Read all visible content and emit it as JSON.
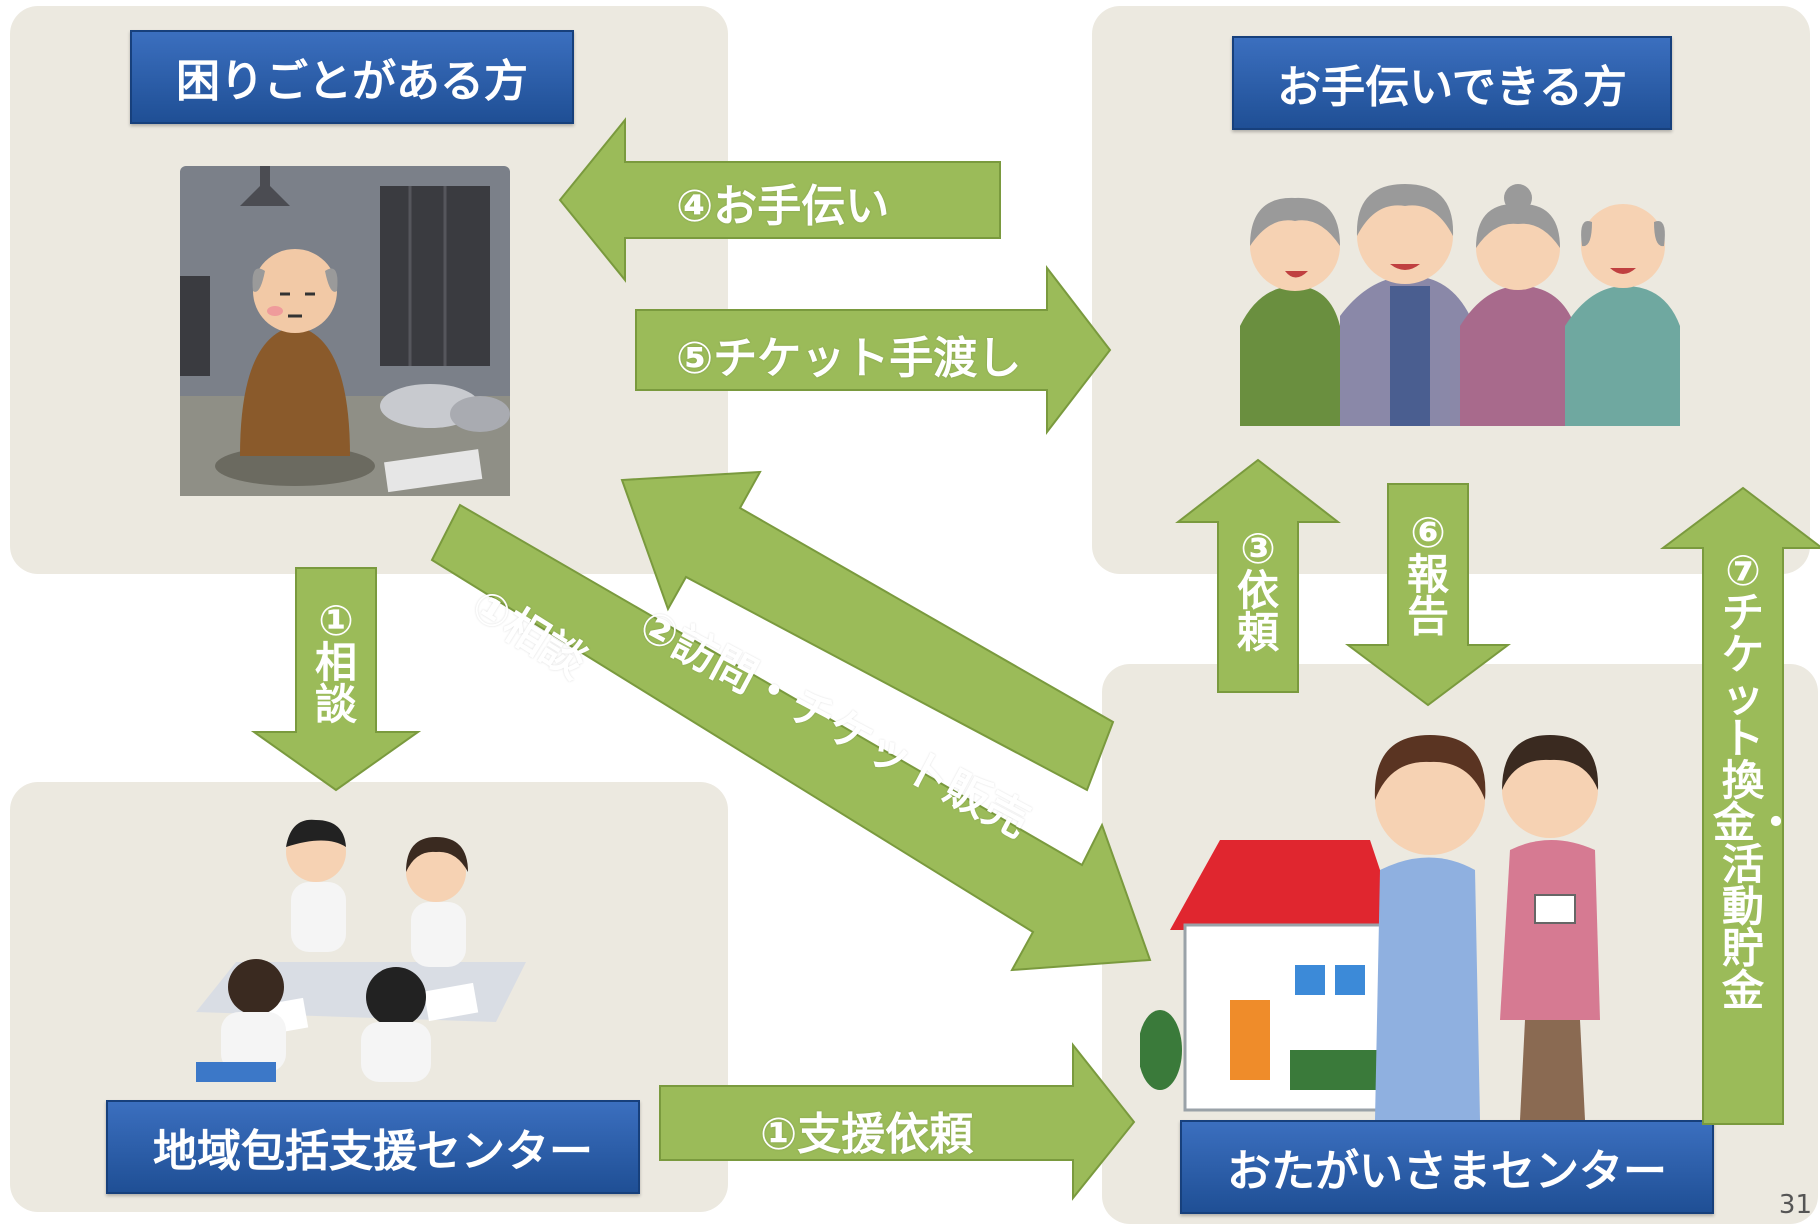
{
  "boxes": {
    "troubled": "困りごとがある方",
    "helpers": "お手伝いできる方",
    "regional": "地域包括支援センター",
    "center": "おたがいさまセンター"
  },
  "arrows": {
    "help": "④お手伝い",
    "ticket_handover": "⑤チケット手渡し",
    "visit_sale": "②訪問・チケット販売",
    "consult_diag": "①相談",
    "consult_down": "①相談",
    "request": "③依頼",
    "report": "⑥報告",
    "exchange": "⑦チケット換金・活動貯金",
    "support_request": "①支援依頼"
  },
  "page_number": "31",
  "colors": {
    "arrow": "#9bbb59",
    "arrow_border": "#7a9a3e",
    "title": "#2a5ca8",
    "panel": "#ece9e0"
  },
  "illustrations": [
    "elderly-man-sitting-alone",
    "elderly-helpers-group",
    "staff-meeting",
    "center-house-and-staff"
  ]
}
